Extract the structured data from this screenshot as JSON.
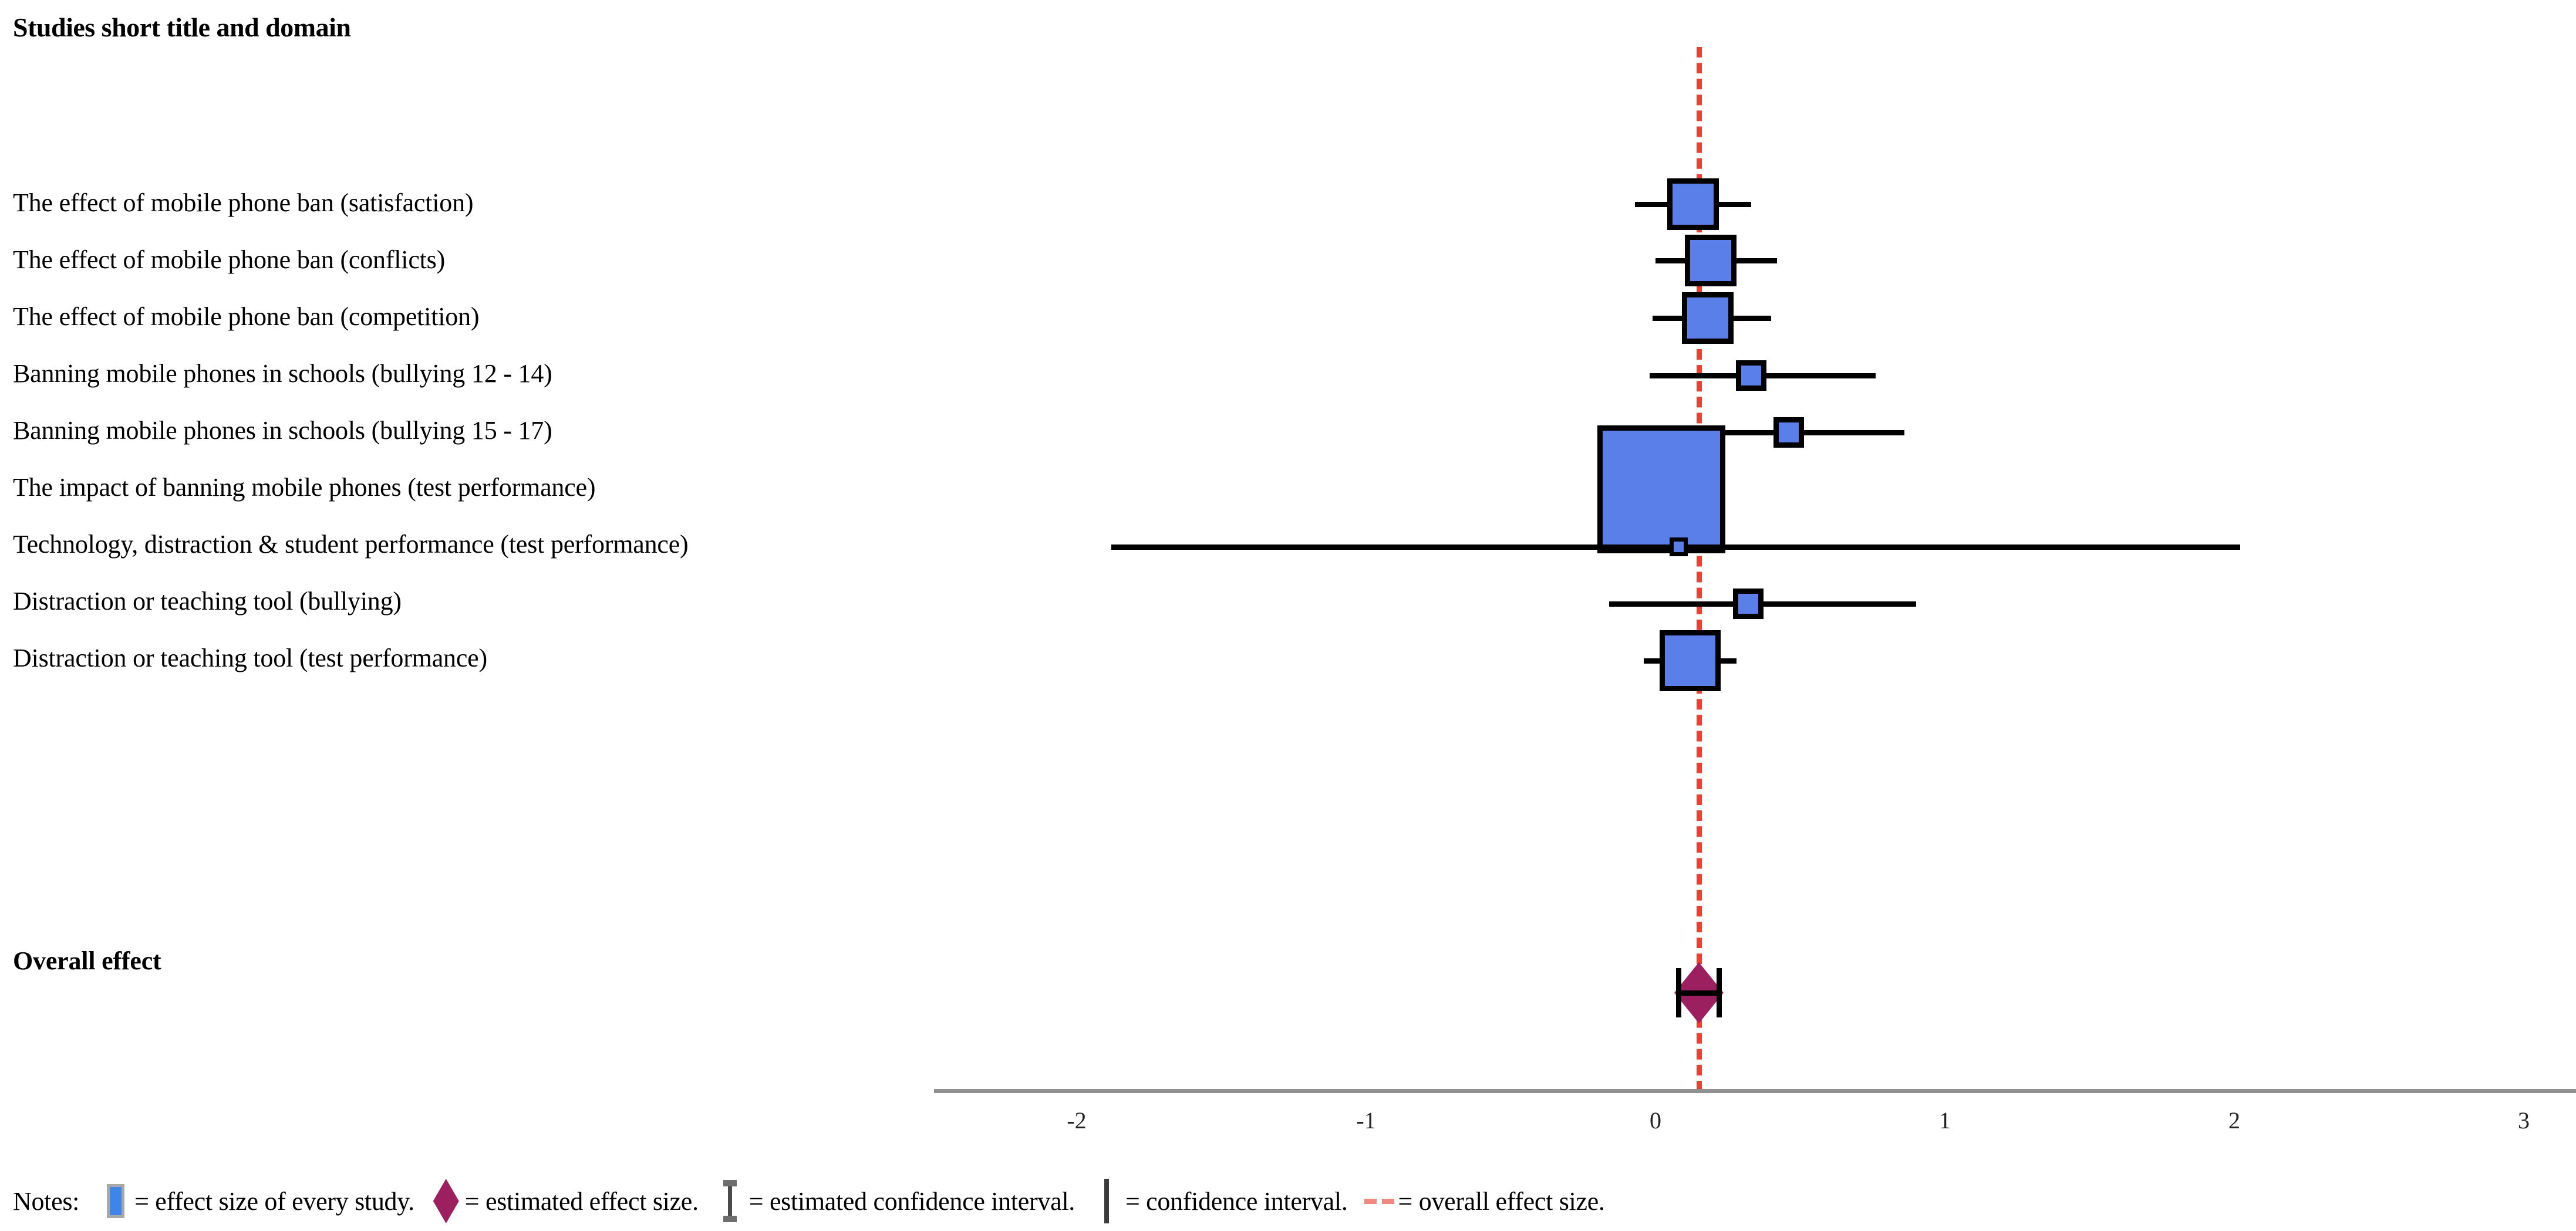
{
  "title": "Studies short title and domain",
  "overall_label": "Overall effect",
  "notes": {
    "label": "Notes:",
    "items": [
      {
        "icon": "blue-square-icon",
        "text": "= effect size of every study."
      },
      {
        "icon": "purple-diamond-icon",
        "text": "= estimated effect size."
      },
      {
        "icon": "i-bar-icon",
        "text": "= estimated confidence interval."
      },
      {
        "icon": "vertical-bar-icon",
        "text": "= confidence interval."
      },
      {
        "icon": "red-dashed-line-icon",
        "text": "= overall effect size."
      }
    ]
  },
  "colors": {
    "effect_square_fill": "#5b7fe8",
    "effect_square_border": "#000000",
    "diamond_fill": "#9c2060",
    "reference_line": "#e8382a",
    "ci_line": "#000000",
    "axis": "#909090"
  },
  "chart_data": {
    "type": "forest",
    "title": "Studies short title and domain",
    "xlabel": "",
    "ylabel": "",
    "xlim": [
      -2.25,
      3.2
    ],
    "xticks": [
      -2,
      -1,
      0,
      1,
      2,
      3
    ],
    "xticklabels": [
      "-2",
      "-1",
      "0",
      "1",
      "2",
      "3"
    ],
    "grid": false,
    "reference_line_x": 0.15,
    "studies": [
      {
        "label": "The effect of mobile phone ban (satisfaction)",
        "effect": 0.13,
        "ci_low": -0.07,
        "ci_high": 0.33,
        "weight_box": 0.085
      },
      {
        "label": "The effect of mobile phone ban (conflicts)",
        "effect": 0.19,
        "ci_low": 0.0,
        "ci_high": 0.42,
        "weight_box": 0.085
      },
      {
        "label": "The effect of mobile phone ban (competition)",
        "effect": 0.18,
        "ci_low": -0.01,
        "ci_high": 0.4,
        "weight_box": 0.085
      },
      {
        "label": "Banning mobile phones in schools (bullying 12 - 14)",
        "effect": 0.33,
        "ci_low": -0.02,
        "ci_high": 0.76,
        "weight_box": 0.05
      },
      {
        "label": "Banning mobile phones in schools (bullying 15 - 17)",
        "effect": 0.46,
        "ci_low": 0.09,
        "ci_high": 0.86,
        "weight_box": 0.05
      },
      {
        "label": "The impact of banning mobile phones (test performance)",
        "effect": 0.02,
        "ci_low": -0.08,
        "ci_high": 0.12,
        "weight_box": 0.21
      },
      {
        "label": "Technology, distraction & student performance (test performance)",
        "effect": 0.08,
        "ci_low": -1.88,
        "ci_high": 2.02,
        "weight_box": 0.03
      },
      {
        "label": "Distraction or teaching tool (bullying)",
        "effect": 0.32,
        "ci_low": -0.16,
        "ci_high": 0.9,
        "weight_box": 0.05
      },
      {
        "label": "Distraction or teaching tool (test performance)",
        "effect": 0.12,
        "ci_low": -0.04,
        "ci_high": 0.28,
        "weight_box": 0.1
      }
    ],
    "overall": {
      "label": "Overall effect",
      "effect": 0.15,
      "ci_low": 0.07,
      "ci_high": 0.23,
      "diamond_half_width": 0.085
    }
  }
}
